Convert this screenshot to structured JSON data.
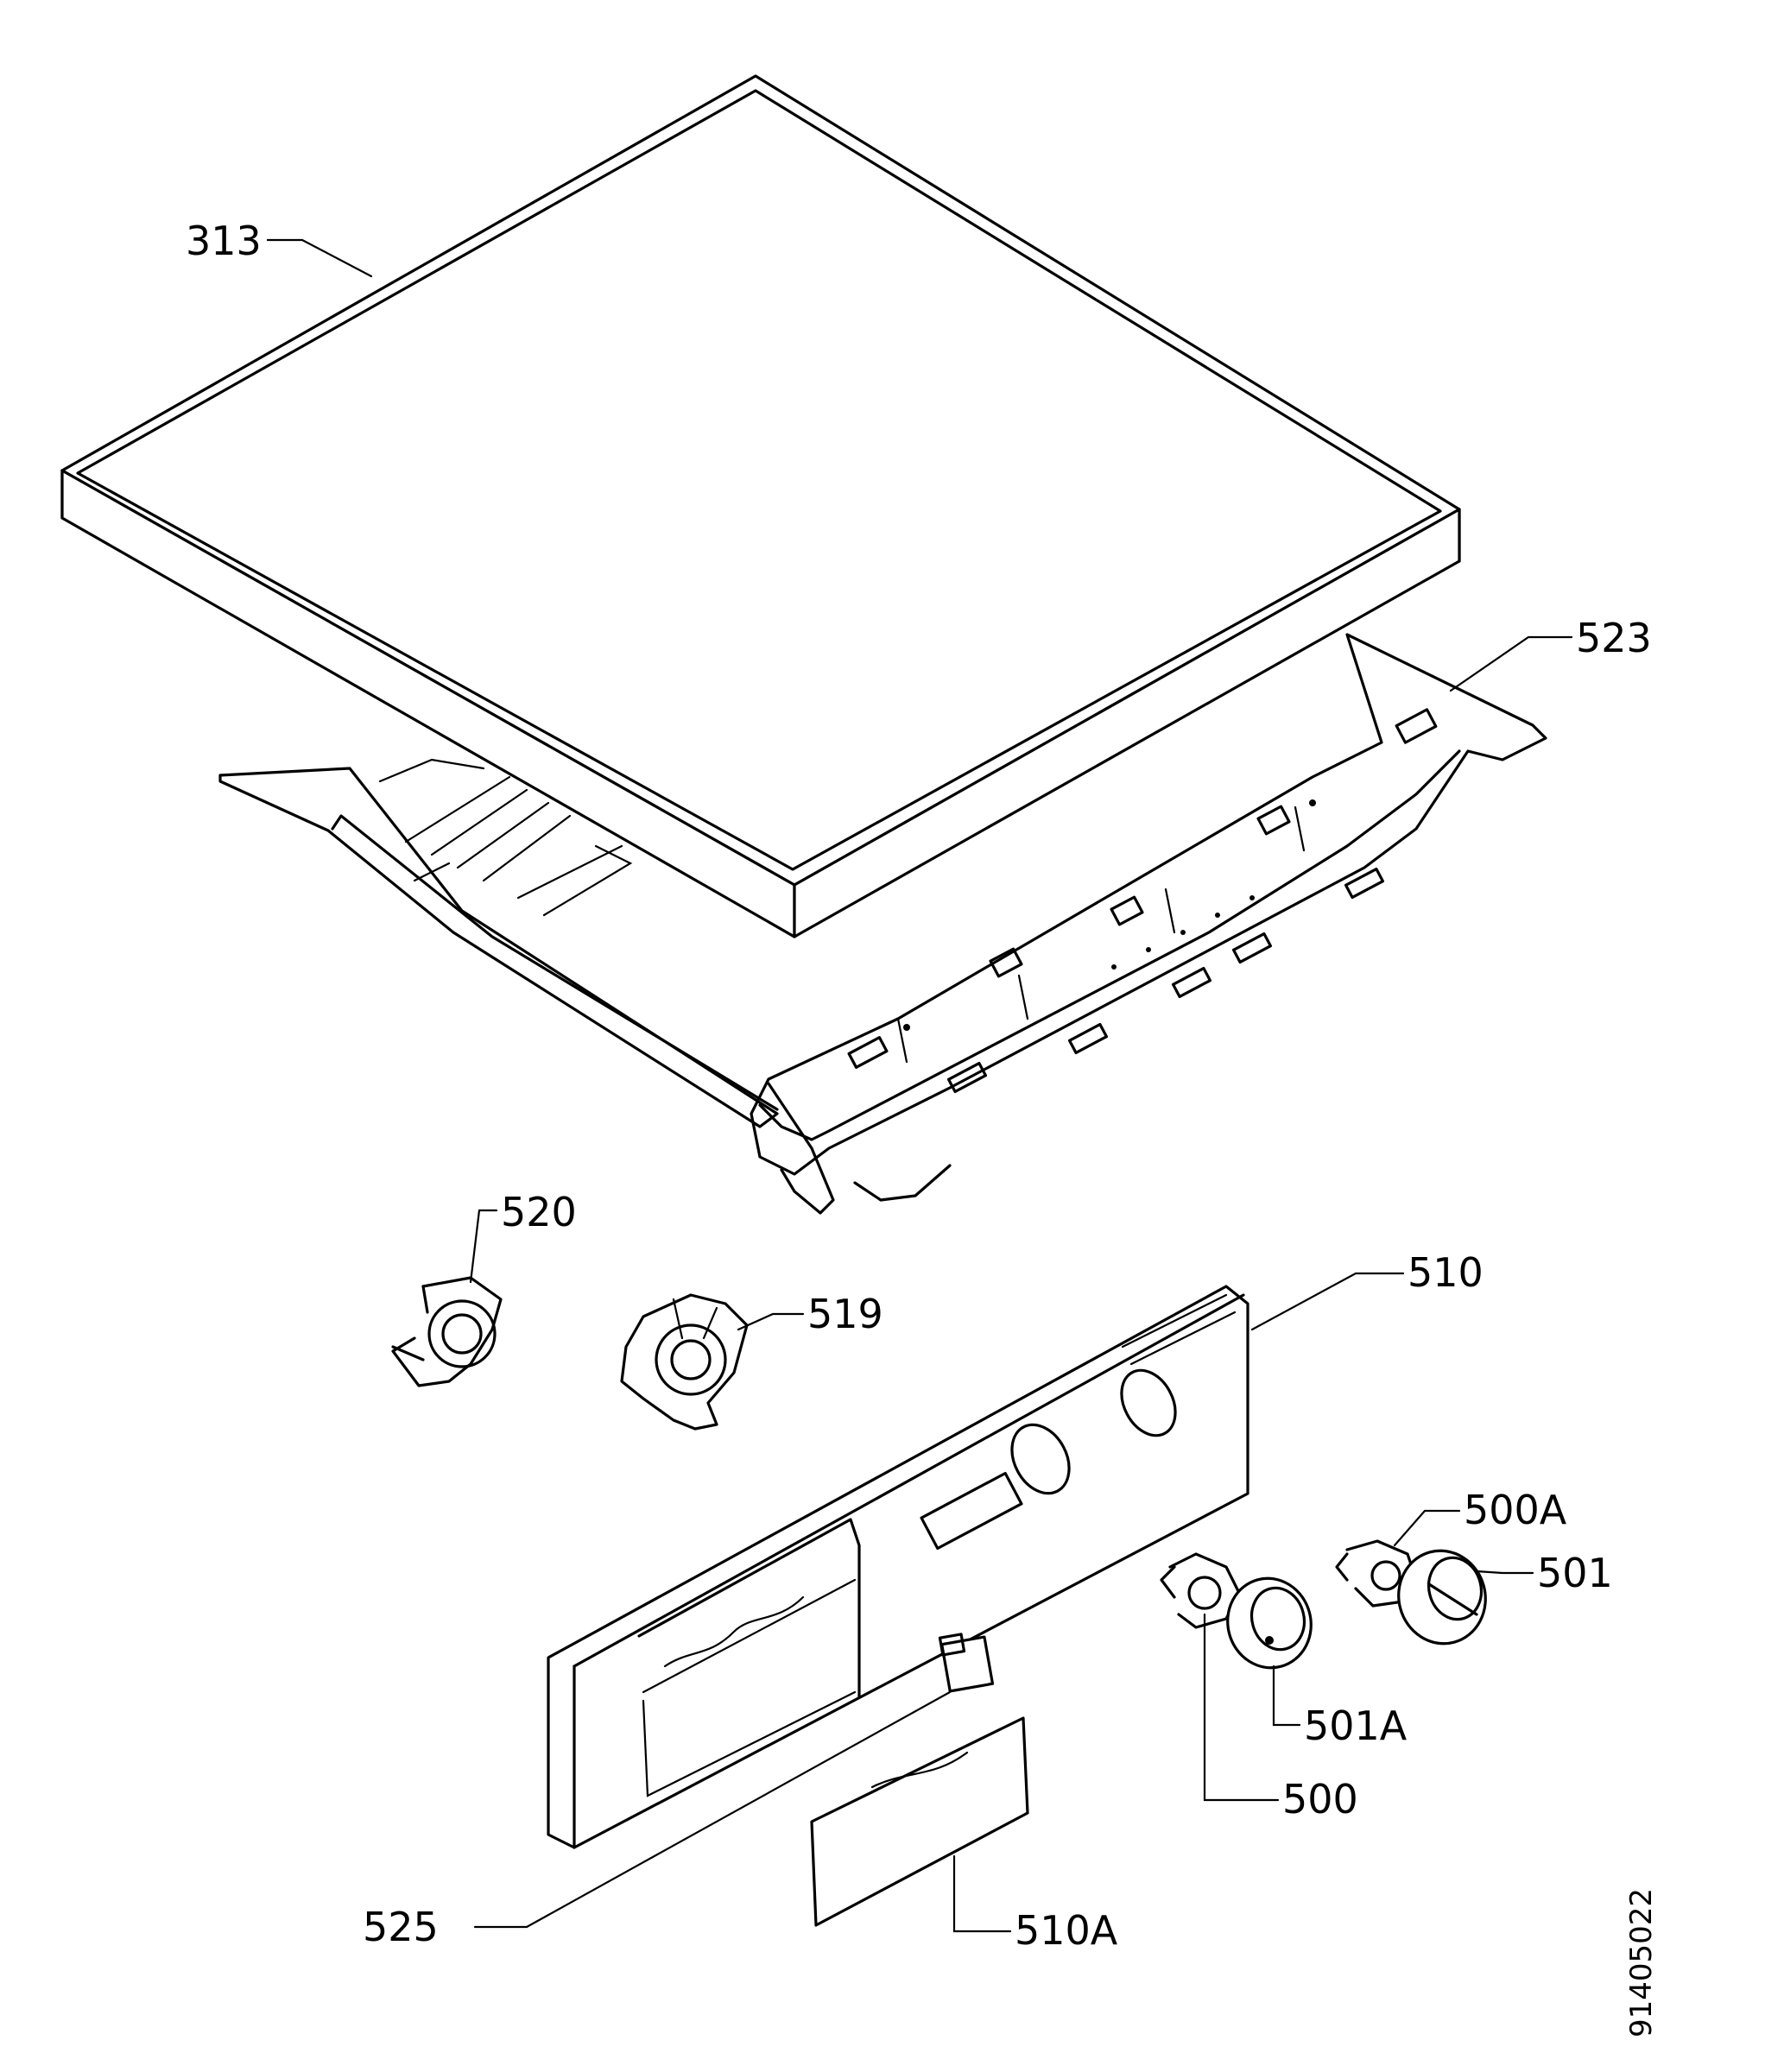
{
  "labels": {
    "p313": "313",
    "p523": "523",
    "p520": "520",
    "p519": "519",
    "p510": "510",
    "p500A": "500A",
    "p501": "501",
    "p501A": "501A",
    "p500": "500",
    "p525": "525",
    "p510A": "510A"
  },
  "drawing_code": "91405022"
}
